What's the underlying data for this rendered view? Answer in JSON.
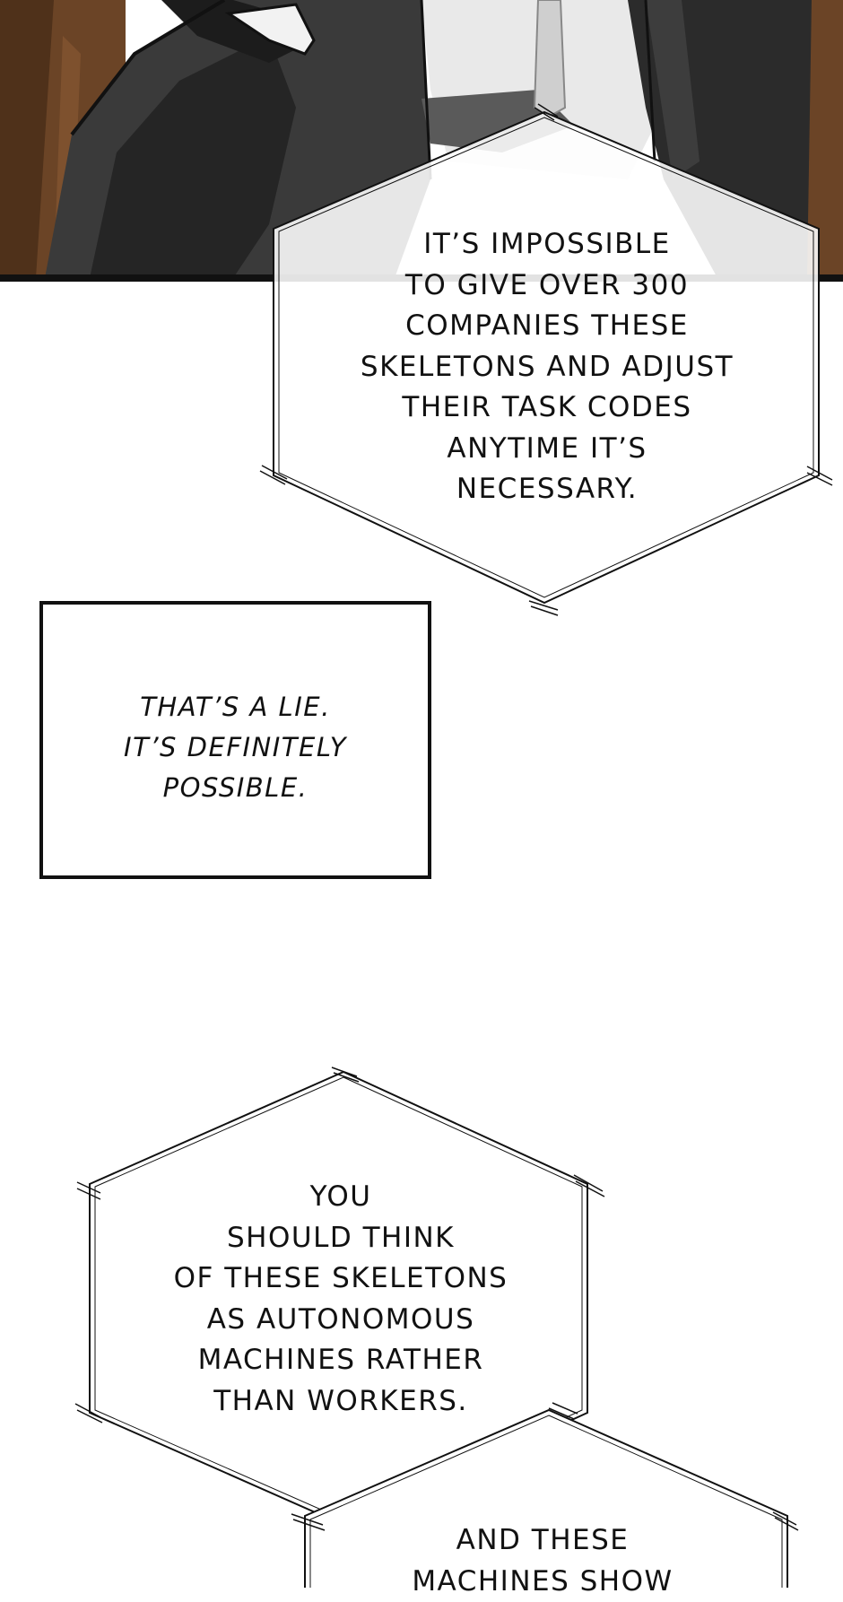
{
  "bubbles": [
    {
      "lines": [
        "IT’S IMPOSSIBLE",
        "TO GIVE OVER 300",
        "COMPANIES THESE",
        "SKELETONS AND ADJUST",
        "THEIR TASK CODES",
        "ANYTIME IT’S",
        "NECESSARY."
      ]
    },
    {
      "lines": [
        "YOU",
        "SHOULD THINK",
        "OF THESE SKELETONS",
        "AS AUTONOMOUS",
        "MACHINES RATHER",
        "THAN WORKERS."
      ]
    },
    {
      "lines": [
        "AND THESE",
        "MACHINES SHOW"
      ]
    }
  ],
  "caption": {
    "lines": [
      "THAT’S A LIE.",
      "IT’S DEFINITELY",
      "POSSIBLE."
    ]
  },
  "colors": {
    "ink": "#111111",
    "suit_dark": "#2b2b2b",
    "wood": "#6b4426",
    "shirt_light": "#e9e9e9"
  }
}
